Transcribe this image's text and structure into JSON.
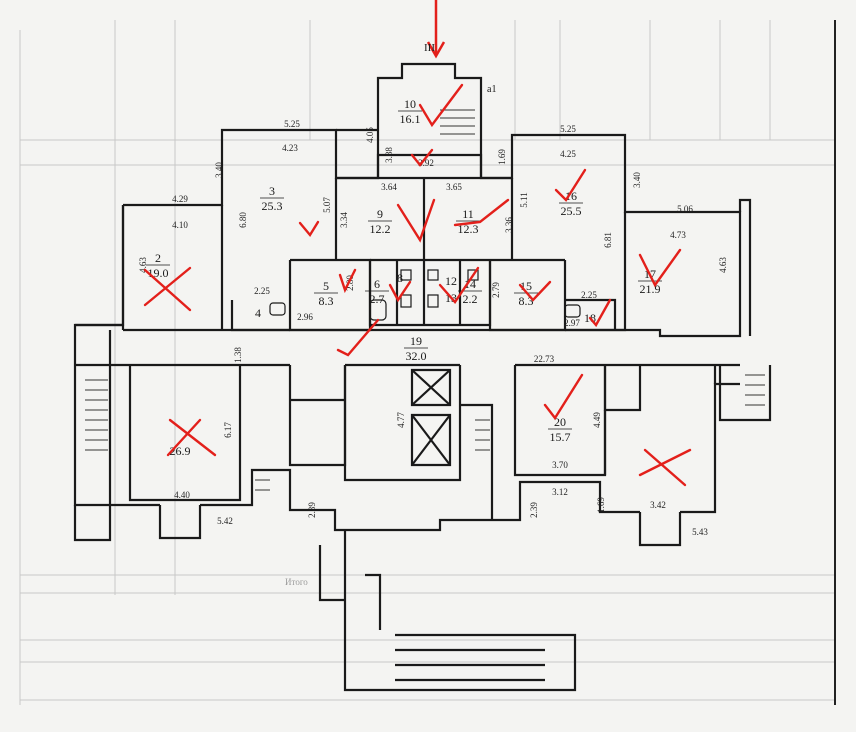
{
  "colors": {
    "paper": "#f4f4f2",
    "ink": "#1a1a1a",
    "faint_ink": "#b5b5b5",
    "marker_red": "#e3201b"
  },
  "marks": {
    "axis_label": "III",
    "corner_label": "a1",
    "total_label": "Итого"
  },
  "rooms": [
    {
      "id": "r2",
      "num": "2",
      "area": "19.0"
    },
    {
      "id": "r3",
      "num": "3",
      "area": "25.3"
    },
    {
      "id": "r4",
      "num": "4",
      "area": ""
    },
    {
      "id": "r5",
      "num": "5",
      "area": "8.3"
    },
    {
      "id": "r6",
      "num": "6",
      "area": "2.7"
    },
    {
      "id": "r8",
      "num": "8",
      "area": ""
    },
    {
      "id": "r9",
      "num": "9",
      "area": "12.2"
    },
    {
      "id": "r10",
      "num": "10",
      "area": "16.1"
    },
    {
      "id": "r11",
      "num": "11",
      "area": "12.3"
    },
    {
      "id": "r12",
      "num": "12",
      "area": ""
    },
    {
      "id": "r13",
      "num": "13",
      "area": ""
    },
    {
      "id": "r14",
      "num": "14",
      "area": "2.2"
    },
    {
      "id": "r15",
      "num": "15",
      "area": "8.3"
    },
    {
      "id": "r16",
      "num": "16",
      "area": "25.5"
    },
    {
      "id": "r17",
      "num": "17",
      "area": "21.9"
    },
    {
      "id": "r18",
      "num": "18",
      "area": ""
    },
    {
      "id": "r19",
      "num": "19",
      "area": "32.0"
    },
    {
      "id": "r20",
      "num": "20",
      "area": "15.7"
    },
    {
      "id": "r25",
      "num": "",
      "area": "26.9"
    }
  ],
  "dimensions": [
    "5.25",
    "4.23",
    "3.40",
    "6.80",
    "5.07",
    "4.29",
    "4.10",
    "4.63",
    "2.25",
    "2.96",
    "2.80",
    "4.05",
    "3.88",
    "3.92",
    "3.64",
    "3.34",
    "3.65",
    "3.36",
    "1.69",
    "5.25",
    "4.25",
    "5.11",
    "3.40",
    "6.81",
    "5.06",
    "4.73",
    "4.63",
    "2.79",
    "2.25",
    "2.97",
    "1.38",
    "22.73",
    "6.17",
    "4.40",
    "5.42",
    "4.77",
    "2.39",
    "2.39",
    "3.70",
    "3.12",
    "1.69",
    "4.49",
    "5.43",
    "3.42"
  ]
}
